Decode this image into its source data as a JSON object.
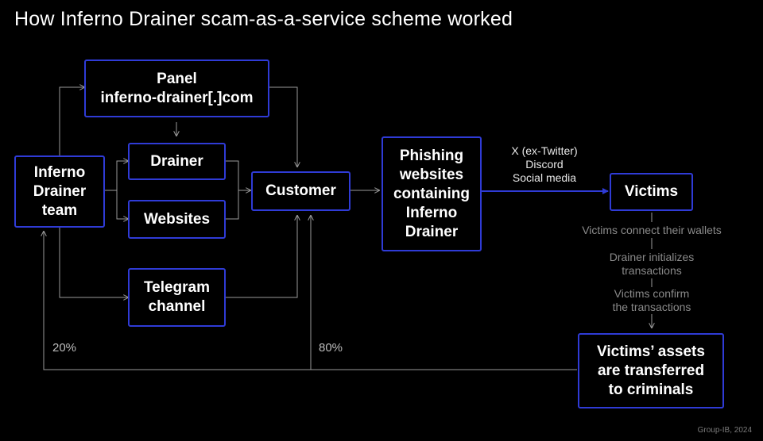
{
  "title": "How Inferno Drainer scam-as-a-service scheme worked",
  "nodes": {
    "panel": {
      "line1": "Panel",
      "line2": "inferno-drainer[.]com"
    },
    "team": {
      "line1": "Inferno",
      "line2": "Drainer",
      "line3": "team"
    },
    "drainer": {
      "line1": "Drainer"
    },
    "websites": {
      "line1": "Websites"
    },
    "telegram": {
      "line1": "Telegram",
      "line2": "channel"
    },
    "customer": {
      "line1": "Customer"
    },
    "phishing": {
      "line1": "Phishing",
      "line2": "websites",
      "line3": "containing",
      "line4": "Inferno",
      "line5": "Drainer"
    },
    "victims": {
      "line1": "Victims"
    },
    "assets": {
      "line1": "Victims’ assets",
      "line2": "are transferred",
      "line3": "to criminals"
    }
  },
  "channels": {
    "line1": "X (ex-Twitter)",
    "line2": "Discord",
    "line3": "Social media"
  },
  "steps": {
    "step1": {
      "line1": "Victims connect their wallets"
    },
    "step2": {
      "line1": "Drainer initializes",
      "line2": "transactions"
    },
    "step3": {
      "line1": "Victims confirm",
      "line2": "the transactions"
    }
  },
  "shares": {
    "team": "20%",
    "customer": "80%"
  },
  "footer": "Group-IB, 2024",
  "colors": {
    "node_border": "#2f3bd6",
    "arrow_blue": "#2f3bd6",
    "edge_gray": "#9a9a9a"
  }
}
